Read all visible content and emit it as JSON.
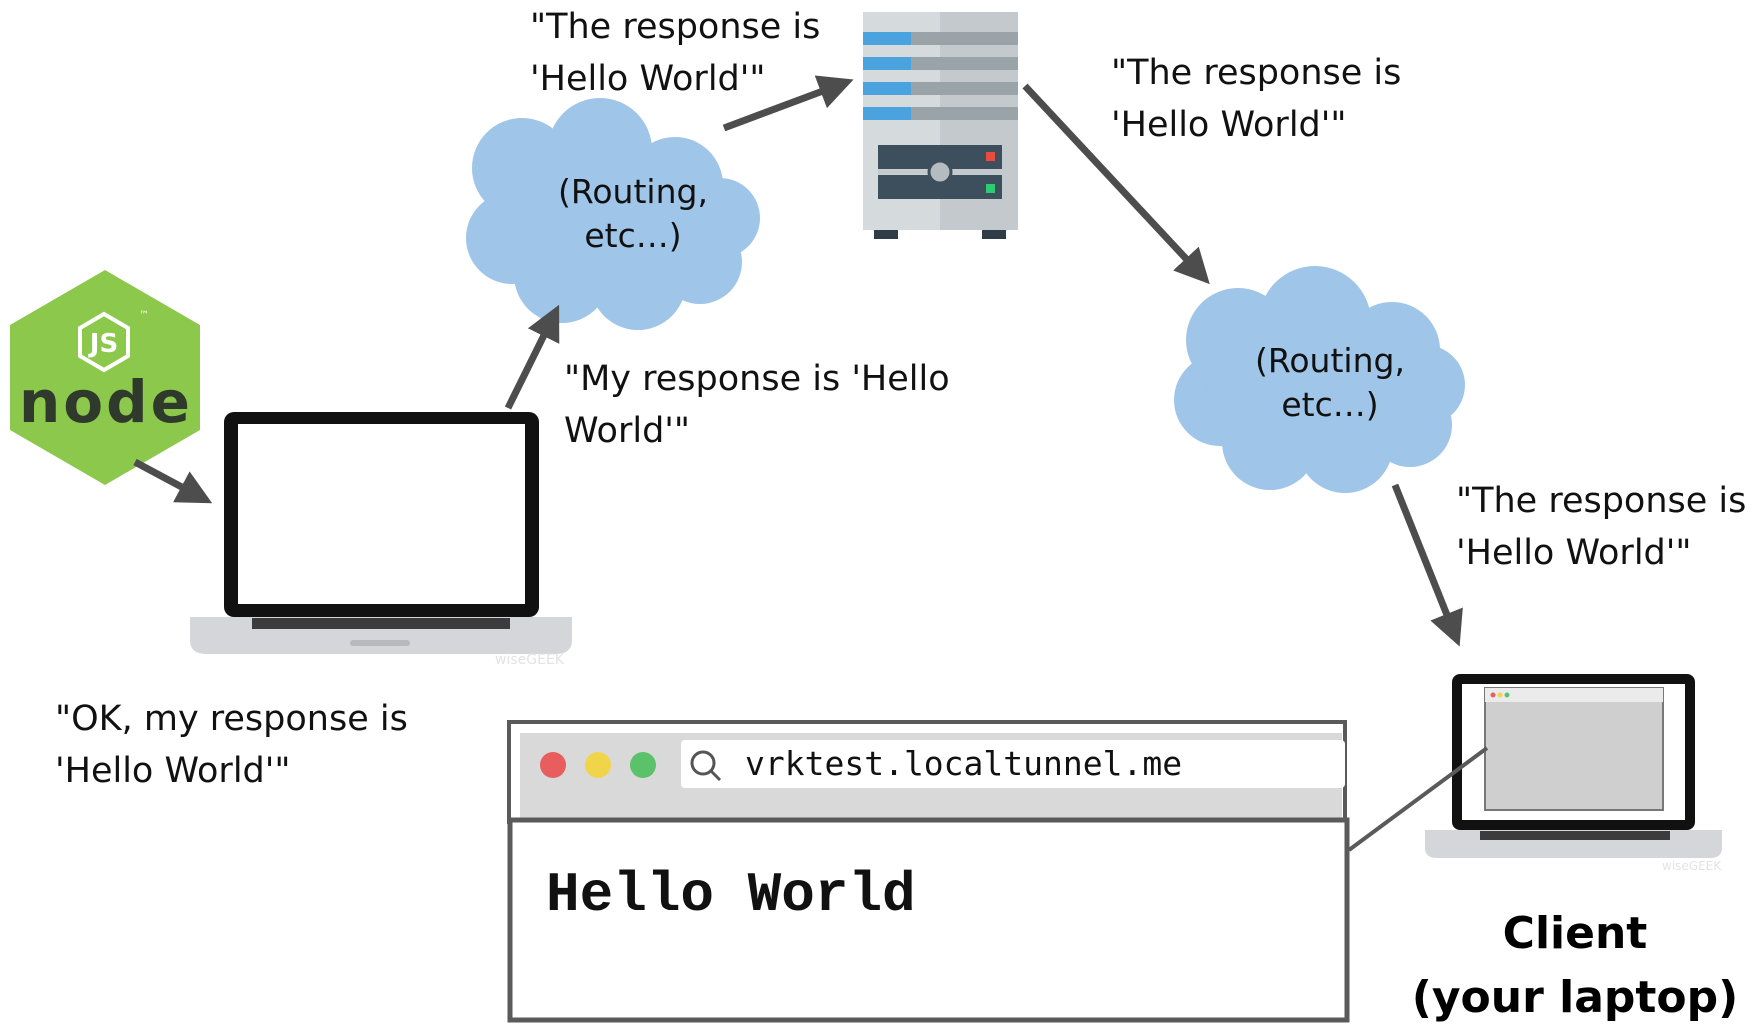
{
  "node_logo": {
    "js_text": "JS",
    "word": "node",
    "tm": "™"
  },
  "labels": {
    "server_in": [
      "\"The response is",
      "'Hello World'\""
    ],
    "server_out": [
      "\"The response is",
      "'Hello World'\""
    ],
    "dev_out": [
      "\"My response is 'Hello",
      "World'\""
    ],
    "client_in": [
      "\"The response is",
      "'Hello World'\""
    ],
    "node_ok": [
      "\"OK, my response is",
      "'Hello World'\""
    ]
  },
  "clouds": {
    "left": [
      "(Routing,",
      "etc…)"
    ],
    "right": [
      "(Routing,",
      "etc…)"
    ]
  },
  "browser": {
    "url": "vrktest.localtunnel.me",
    "page_text": "Hello World",
    "dot_colors": [
      "#e85d5d",
      "#f0d54a",
      "#5bc26b"
    ]
  },
  "client_label": [
    "Client",
    "(your laptop)"
  ],
  "watermark": "wiseGEEK",
  "colors": {
    "node_green": "#8cc84b",
    "cloud_blue": "#9fc5e8",
    "server_body": "#d5dadd",
    "server_stripe": "#4aa3df",
    "arrow": "#4d4d4d"
  }
}
